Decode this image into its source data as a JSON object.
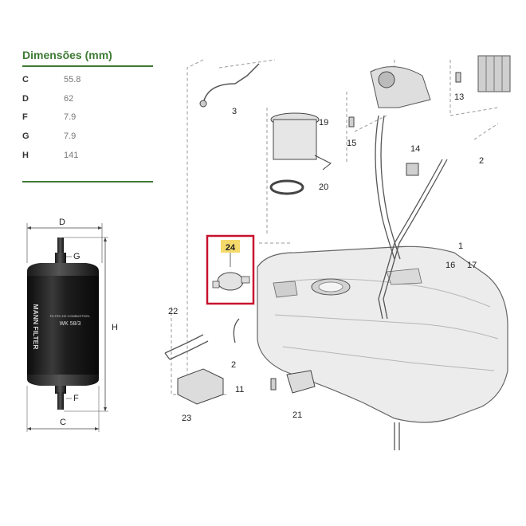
{
  "spec": {
    "title": "Dimensões (mm)",
    "rows": [
      {
        "key": "C",
        "value": "55.8"
      },
      {
        "key": "D",
        "value": "62"
      },
      {
        "key": "F",
        "value": "7.9"
      },
      {
        "key": "G",
        "value": "7.9"
      },
      {
        "key": "H",
        "value": "141"
      }
    ]
  },
  "filter": {
    "brand": "MANN FILTER",
    "model": "WK 58/3",
    "small_text": "FILTRO DE COMBUSTÍVEL",
    "dims": {
      "D": "D",
      "G": "G",
      "H": "H",
      "F": "F",
      "C": "C"
    }
  },
  "parts": {
    "p1": "1",
    "p2a": "2",
    "p2b": "2",
    "p3": "3",
    "p11": "11",
    "p13": "13",
    "p14": "14",
    "p15": "15",
    "p16": "16",
    "p17": "17",
    "p19": "19",
    "p20": "20",
    "p21": "21",
    "p22": "22",
    "p23": "23",
    "p24": "24"
  },
  "colors": {
    "accent": "#3e7a34",
    "highlight": "#c8102e",
    "badge": "#f5d96b"
  }
}
